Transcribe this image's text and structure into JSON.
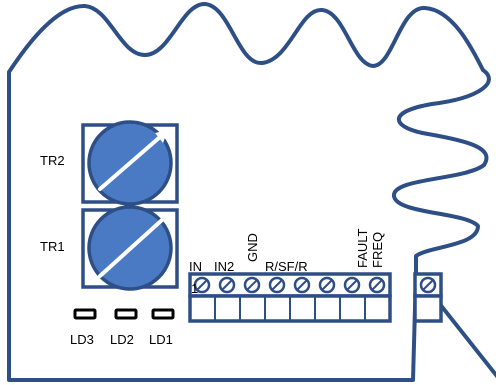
{
  "potentiometers": {
    "tr2": "TR2",
    "tr1": "TR1"
  },
  "leds": {
    "ld3": "LD3",
    "ld2": "LD2",
    "ld1": "LD1"
  },
  "terminals": {
    "in": "IN",
    "in2": "IN2",
    "gnd": "GND",
    "rsfr": "R/SF/R",
    "fault": "FAULT",
    "freq": "FREQ",
    "pin1": "1"
  },
  "colors": {
    "outline": "#2e4e86",
    "knob": "#4a7ac4"
  }
}
